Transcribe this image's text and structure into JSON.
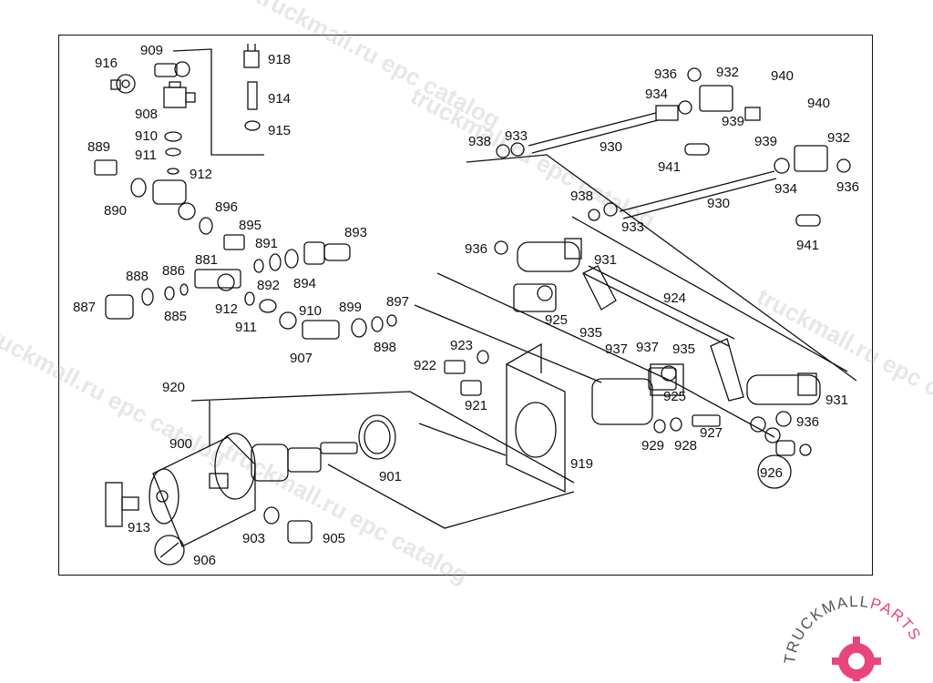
{
  "diagram": {
    "labels": [
      {
        "id": "l916",
        "text": "916"
      },
      {
        "id": "l909",
        "text": "909"
      },
      {
        "id": "l918",
        "text": "918"
      },
      {
        "id": "l914",
        "text": "914"
      },
      {
        "id": "l915",
        "text": "915"
      },
      {
        "id": "l908",
        "text": "908"
      },
      {
        "id": "l910a",
        "text": "910"
      },
      {
        "id": "l911a",
        "text": "911"
      },
      {
        "id": "l912a",
        "text": "912"
      },
      {
        "id": "l889",
        "text": "889"
      },
      {
        "id": "l890",
        "text": "890"
      },
      {
        "id": "l896",
        "text": "896"
      },
      {
        "id": "l895",
        "text": "895"
      },
      {
        "id": "l893",
        "text": "893"
      },
      {
        "id": "l891",
        "text": "891"
      },
      {
        "id": "l894",
        "text": "894"
      },
      {
        "id": "l881",
        "text": "881"
      },
      {
        "id": "l888",
        "text": "888"
      },
      {
        "id": "l886",
        "text": "886"
      },
      {
        "id": "l887",
        "text": "887"
      },
      {
        "id": "l885",
        "text": "885"
      },
      {
        "id": "l892",
        "text": "892"
      },
      {
        "id": "l912b",
        "text": "912"
      },
      {
        "id": "l911b",
        "text": "911"
      },
      {
        "id": "l910b",
        "text": "910"
      },
      {
        "id": "l899",
        "text": "899"
      },
      {
        "id": "l897",
        "text": "897"
      },
      {
        "id": "l898",
        "text": "898"
      },
      {
        "id": "l907",
        "text": "907"
      },
      {
        "id": "l920",
        "text": "920"
      },
      {
        "id": "l900",
        "text": "900"
      },
      {
        "id": "l913",
        "text": "913"
      },
      {
        "id": "l903",
        "text": "903"
      },
      {
        "id": "l905",
        "text": "905"
      },
      {
        "id": "l906",
        "text": "906"
      },
      {
        "id": "l901",
        "text": "901"
      },
      {
        "id": "l919",
        "text": "919"
      },
      {
        "id": "l923",
        "text": "923"
      },
      {
        "id": "l922",
        "text": "922"
      },
      {
        "id": "l921",
        "text": "921"
      },
      {
        "id": "l936a",
        "text": "936"
      },
      {
        "id": "l932a",
        "text": "932"
      },
      {
        "id": "l940a",
        "text": "940"
      },
      {
        "id": "l934a",
        "text": "934"
      },
      {
        "id": "l940b",
        "text": "940"
      },
      {
        "id": "l939a",
        "text": "939"
      },
      {
        "id": "l938a",
        "text": "938"
      },
      {
        "id": "l933a",
        "text": "933"
      },
      {
        "id": "l930a",
        "text": "930"
      },
      {
        "id": "l941a",
        "text": "941"
      },
      {
        "id": "l939b",
        "text": "939"
      },
      {
        "id": "l932b",
        "text": "932"
      },
      {
        "id": "l934b",
        "text": "934"
      },
      {
        "id": "l936b",
        "text": "936"
      },
      {
        "id": "l938b",
        "text": "938"
      },
      {
        "id": "l930b",
        "text": "930"
      },
      {
        "id": "l933b",
        "text": "933"
      },
      {
        "id": "l941b",
        "text": "941"
      },
      {
        "id": "l936c",
        "text": "936"
      },
      {
        "id": "l931a",
        "text": "931"
      },
      {
        "id": "l924",
        "text": "924"
      },
      {
        "id": "l925a",
        "text": "925"
      },
      {
        "id": "l935a",
        "text": "935"
      },
      {
        "id": "l937a",
        "text": "937"
      },
      {
        "id": "l937b",
        "text": "937"
      },
      {
        "id": "l935b",
        "text": "935"
      },
      {
        "id": "l925b",
        "text": "925"
      },
      {
        "id": "l931b",
        "text": "931"
      },
      {
        "id": "l936d",
        "text": "936"
      },
      {
        "id": "l929",
        "text": "929"
      },
      {
        "id": "l928",
        "text": "928"
      },
      {
        "id": "l927",
        "text": "927"
      },
      {
        "id": "l926",
        "text": "926"
      }
    ]
  },
  "watermarks": [
    "truckmall.ru epc catalog",
    "truckmall.ru epc catalog",
    "truckmall.ru epc catalog",
    "truckmall.ru epc catalog",
    "truckmall.ru epc catalog"
  ],
  "logo": {
    "text_primary": "TRUCKMALL",
    "text_accent": "PARTS",
    "accent_color": "#e8457a",
    "primary_color": "#555555"
  }
}
